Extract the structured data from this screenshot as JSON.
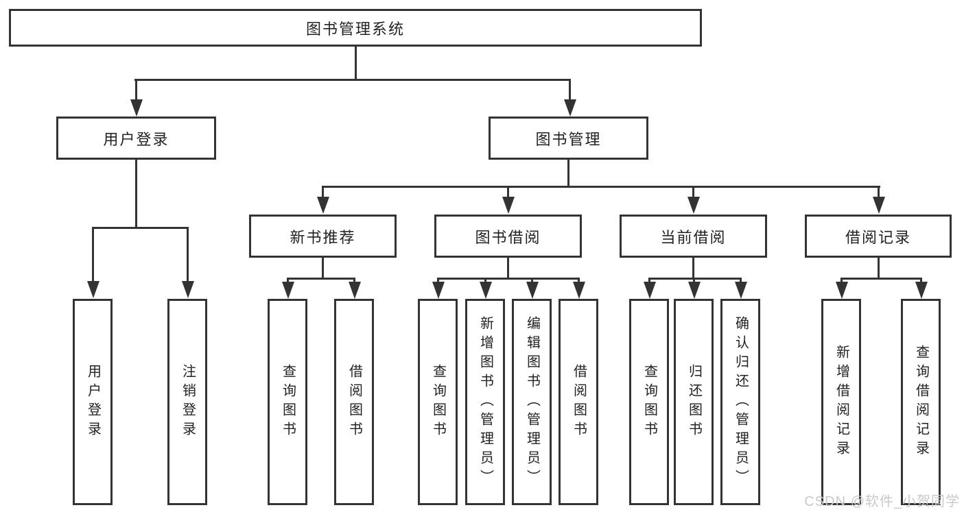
{
  "diagram": {
    "root": {
      "label": "图书管理系统"
    },
    "branches": [
      {
        "label": "用户登录",
        "children": [
          {
            "label": "用户登录"
          },
          {
            "label": "注销登录"
          }
        ]
      },
      {
        "label": "图书管理",
        "children": [
          {
            "label": "新书推荐",
            "children": [
              {
                "label": "查询图书"
              },
              {
                "label": "借阅图书"
              }
            ]
          },
          {
            "label": "图书借阅",
            "children": [
              {
                "label": "查询图书"
              },
              {
                "label": "新增图书（管理员）"
              },
              {
                "label": "编辑图书（管理员）"
              },
              {
                "label": "借阅图书"
              }
            ]
          },
          {
            "label": "当前借阅",
            "children": [
              {
                "label": "查询图书"
              },
              {
                "label": "归还图书"
              },
              {
                "label": "确认归还（管理员）"
              }
            ]
          },
          {
            "label": "借阅记录",
            "children": [
              {
                "label": "新增借阅记录"
              },
              {
                "label": "查询借阅记录"
              }
            ]
          }
        ]
      }
    ]
  },
  "watermark": {
    "text": "CSDN @软件_小贺同学"
  },
  "colors": {
    "line": "#333333",
    "text": "#222222",
    "background": "#ffffff",
    "watermark": "#c9c9c9"
  }
}
